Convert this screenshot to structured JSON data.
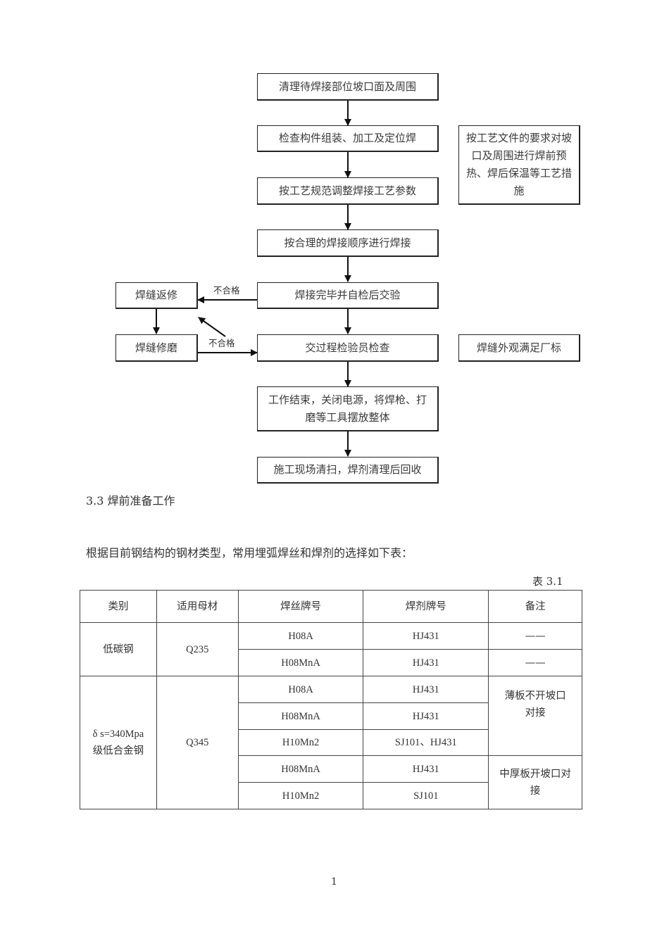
{
  "flowchart": {
    "main_steps": [
      "清理待焊接部位坡口面及周围",
      "检查构件组装、加工及定位焊",
      "按工艺规范调整焊接工艺参数",
      "按合理的焊接顺序进行焊接",
      "焊接完毕并自检后交验",
      "交过程检验员检查",
      "工作结束，关闭电源，将焊枪、打磨等工具摆放整体",
      "施工现场清扫，焊剂清理后回收"
    ],
    "side_note_1": "按工艺文件的要求对坡口及周围进行焊前预热、焊后保温等工艺措施",
    "side_note_2": "焊缝外观满足厂标",
    "repair": "焊缝返修",
    "grind": "焊缝修磨",
    "fail_label_1": "不合格",
    "fail_label_2": "不合格"
  },
  "section": {
    "heading": "3.3 焊前准备工作",
    "paragraph": "根据目前钢结构的钢材类型，常用埋弧焊丝和焊剂的选择如下表：",
    "table_caption": "表 3.1"
  },
  "table": {
    "headers": [
      "类别",
      "适用母材",
      "焊丝牌号",
      "焊剂牌号",
      "备注"
    ],
    "group1": {
      "category": "低碳钢",
      "base": "Q235",
      "rows": [
        {
          "wire": "H08A",
          "flux": "HJ431",
          "note": "——"
        },
        {
          "wire": "H08MnA",
          "flux": "HJ431",
          "note": "——"
        }
      ]
    },
    "group2": {
      "category_line1": "δ s=340Mpa",
      "category_line2": "级低合金钢",
      "base": "Q345",
      "rows": [
        {
          "wire": "H08A",
          "flux": "HJ431"
        },
        {
          "wire": "H08MnA",
          "flux": "HJ431"
        },
        {
          "wire": "H10Mn2",
          "flux": "SJ101、HJ431"
        },
        {
          "wire": "H08MnA",
          "flux": "HJ431"
        },
        {
          "wire": "H10Mn2",
          "flux": "SJ101"
        }
      ],
      "note_a": "薄板不开坡口对接",
      "note_b": "中厚板开坡口对接"
    }
  },
  "footer": {
    "page_number": "1"
  }
}
